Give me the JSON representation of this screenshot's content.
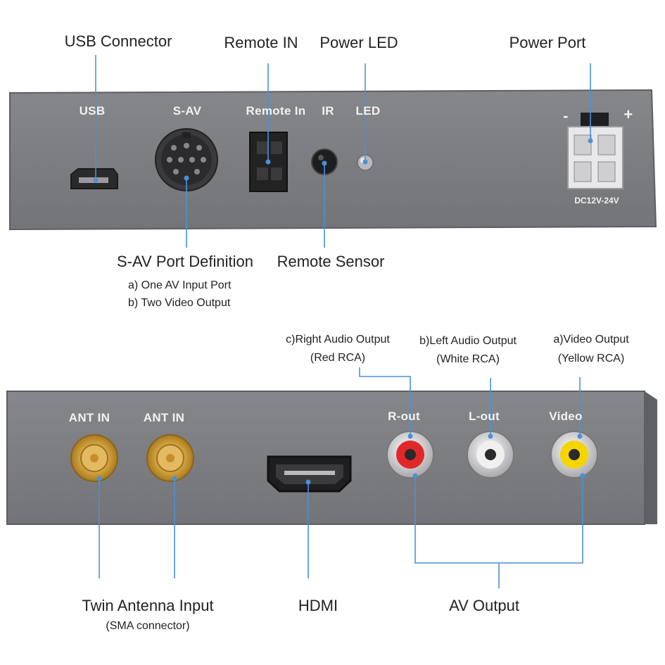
{
  "top_panel": {
    "callouts": {
      "usb_connector": "USB Connector",
      "remote_in": "Remote IN",
      "power_led": "Power LED",
      "power_port": "Power Port",
      "sav_port_definition": "S-AV Port Definition",
      "sav_def_a": "a) One AV Input Port",
      "sav_def_b": "b) Two Video Output",
      "remote_sensor": "Remote Sensor"
    },
    "panel_labels": {
      "usb": "USB",
      "sav": "S-AV",
      "remote_in": "Remote In",
      "ir": "IR",
      "led": "LED",
      "minus": "-",
      "plus": "+",
      "dc": "DC12V-24V"
    }
  },
  "bottom_panel": {
    "callouts": {
      "right_audio": "c)Right Audio Output",
      "right_audio_sub": "(Red RCA)",
      "left_audio": "b)Left Audio Output",
      "left_audio_sub": "(White RCA)",
      "video_output": "a)Video Output",
      "video_output_sub": "(Yellow RCA)",
      "twin_antenna": "Twin Antenna Input",
      "twin_antenna_sub": "(SMA connector)",
      "hdmi": "HDMI",
      "av_output": "AV Output"
    },
    "panel_labels": {
      "ant_in_1": "ANT IN",
      "ant_in_2": "ANT IN",
      "r_out": "R-out",
      "l_out": "L-out",
      "video": "Video"
    }
  },
  "colors": {
    "panel": "#7b7c80",
    "panel_edge": "#5d5e62",
    "leader_line": "#4a90d9",
    "gold": "#d8a94a",
    "rca_red": "#e0282a",
    "rca_white": "#f0f0f0",
    "rca_yellow": "#f5d400"
  }
}
